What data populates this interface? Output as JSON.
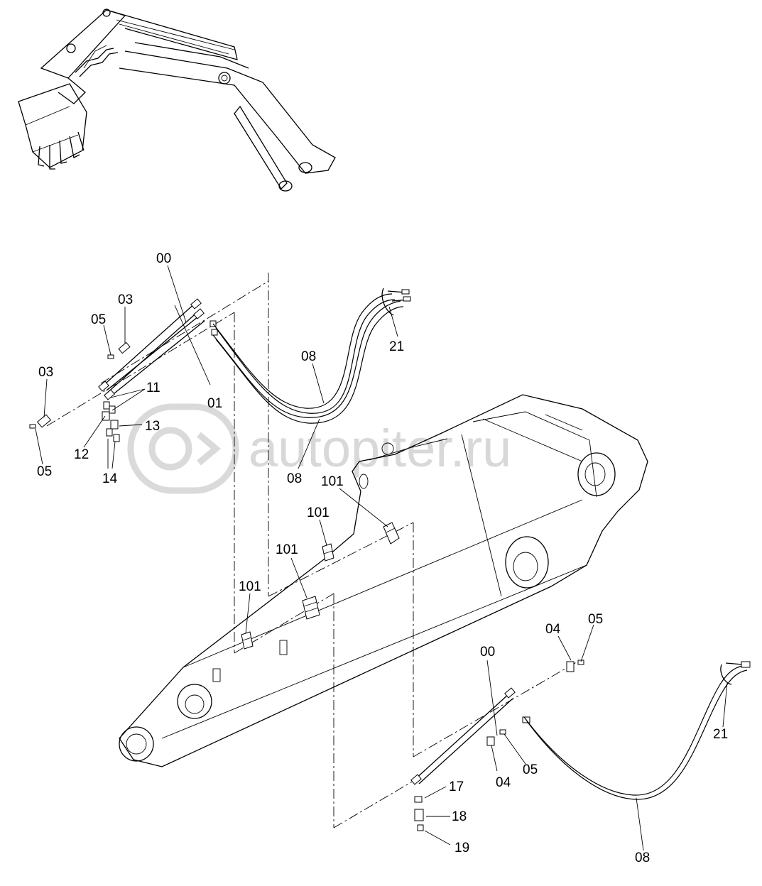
{
  "watermark": {
    "text": "autopiter.ru"
  },
  "labels": {
    "l00a": "00",
    "l03a": "03",
    "l05a": "05",
    "l03b": "03",
    "l05b": "05",
    "l11": "11",
    "l13": "13",
    "l12": "12",
    "l14": "14",
    "l01": "01",
    "l08a": "08",
    "l08b": "08",
    "l21a": "21",
    "l101a": "101",
    "l101b": "101",
    "l101c": "101",
    "l101d": "101",
    "l00b": "00",
    "l04a": "04",
    "l05c": "05",
    "l04b": "04",
    "l05d": "05",
    "l17": "17",
    "l18": "18",
    "l19": "19",
    "l21b": "21",
    "l08c": "08"
  }
}
